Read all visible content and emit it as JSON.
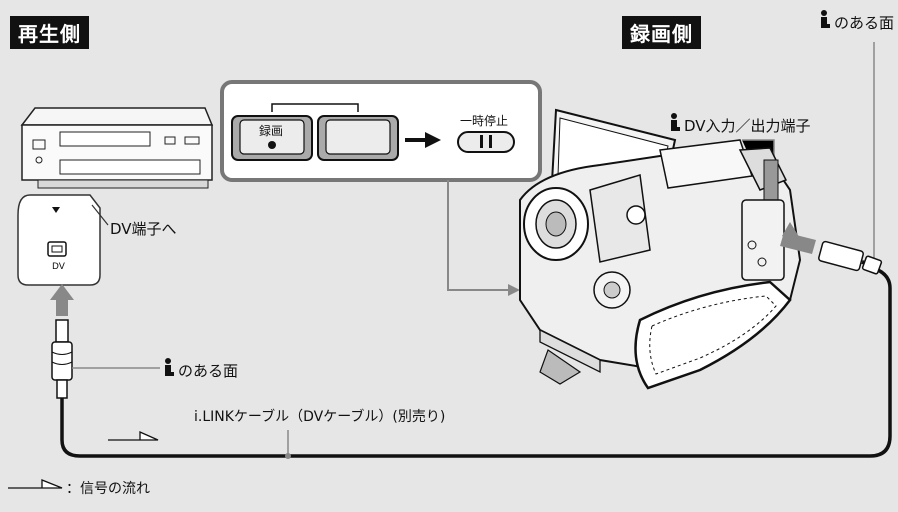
{
  "tags": {
    "playback_side": "再生側",
    "record_side": "録画側"
  },
  "labels": {
    "i_face_top": "のある面",
    "dv_io_terminal": "DV入力／出力端子",
    "to_dv_terminal": "DV端子へ",
    "i_face_left": "のある面",
    "cable": "i.LINKケーブル（DVケーブル）(別売り)",
    "legend": "：信号の流れ",
    "pause_label": "一時停止",
    "record_button": "録画",
    "dv_port": "DV"
  },
  "icons": {
    "i_link_mark": "i-link-icon",
    "pause_symbol": "pause-icon",
    "record_dot": "record-dot-icon"
  }
}
